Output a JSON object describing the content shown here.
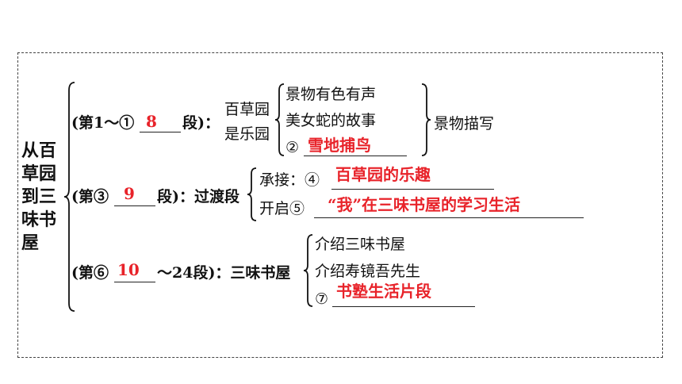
{
  "title_chars": [
    "从百",
    "草园",
    "到三",
    "味书",
    "屋"
  ],
  "section1": {
    "label_prefix": "(第1～①",
    "answer": "8",
    "label_suffix": "段)：",
    "topic_line1": "百草园",
    "topic_line2": "是乐园",
    "items": [
      "景物有色有声",
      "美女蛇的故事"
    ],
    "item3_marker": "②",
    "item3_answer": "雪地捕鸟",
    "summary": "景物描写"
  },
  "section2": {
    "label_prefix": "(第③",
    "answer": "9",
    "label_suffix": "段)：过渡段",
    "line1_prefix": "承接：④",
    "line1_answer": "百草园的乐趣",
    "line2_prefix": "开启⑤",
    "line2_answer": "“我”在三味书屋的学习生活"
  },
  "section3": {
    "label_prefix": "(第⑥",
    "answer": "10",
    "label_suffix": "～24段)：三味书屋",
    "items": [
      "介绍三味书屋",
      "介绍寿镜吾先生"
    ],
    "item3_marker": "⑦",
    "item3_answer": "书塾生活片段"
  }
}
